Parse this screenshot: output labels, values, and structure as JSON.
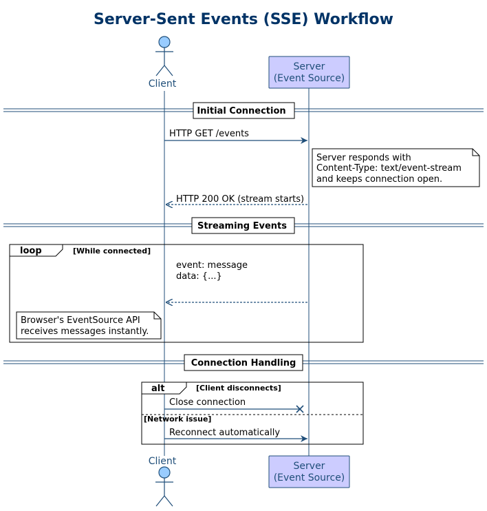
{
  "title": "Server-Sent Events (SSE) Workflow",
  "participants": {
    "client": {
      "label": "Client"
    },
    "server": {
      "label_line1": "Server",
      "label_line2": "(Event Source)"
    }
  },
  "dividers": {
    "initial": "Initial Connection",
    "streaming": "Streaming Events",
    "handling": "Connection Handling"
  },
  "messages": {
    "get": "HTTP GET /events",
    "ok": "HTTP 200 OK (stream starts)",
    "event_line1": "event: message",
    "event_line2": "data: {...}",
    "close": "Close connection",
    "reconnect": "Reconnect automatically"
  },
  "notes": {
    "server": [
      "Server responds with",
      "Content-Type: text/event-stream",
      "and keeps connection open."
    ],
    "browser": [
      "Browser's EventSource API",
      "receives messages instantly."
    ]
  },
  "frames": {
    "loop": {
      "keyword": "loop",
      "guard": "[While connected]"
    },
    "alt": {
      "keyword": "alt",
      "guard": "[Client disconnects]",
      "else_guard": "[Network issue]"
    }
  },
  "colors": {
    "title": "#003366",
    "line": "#1f4e79",
    "participant_fill": "#ccccff",
    "actor_fill": "#99ccff"
  }
}
